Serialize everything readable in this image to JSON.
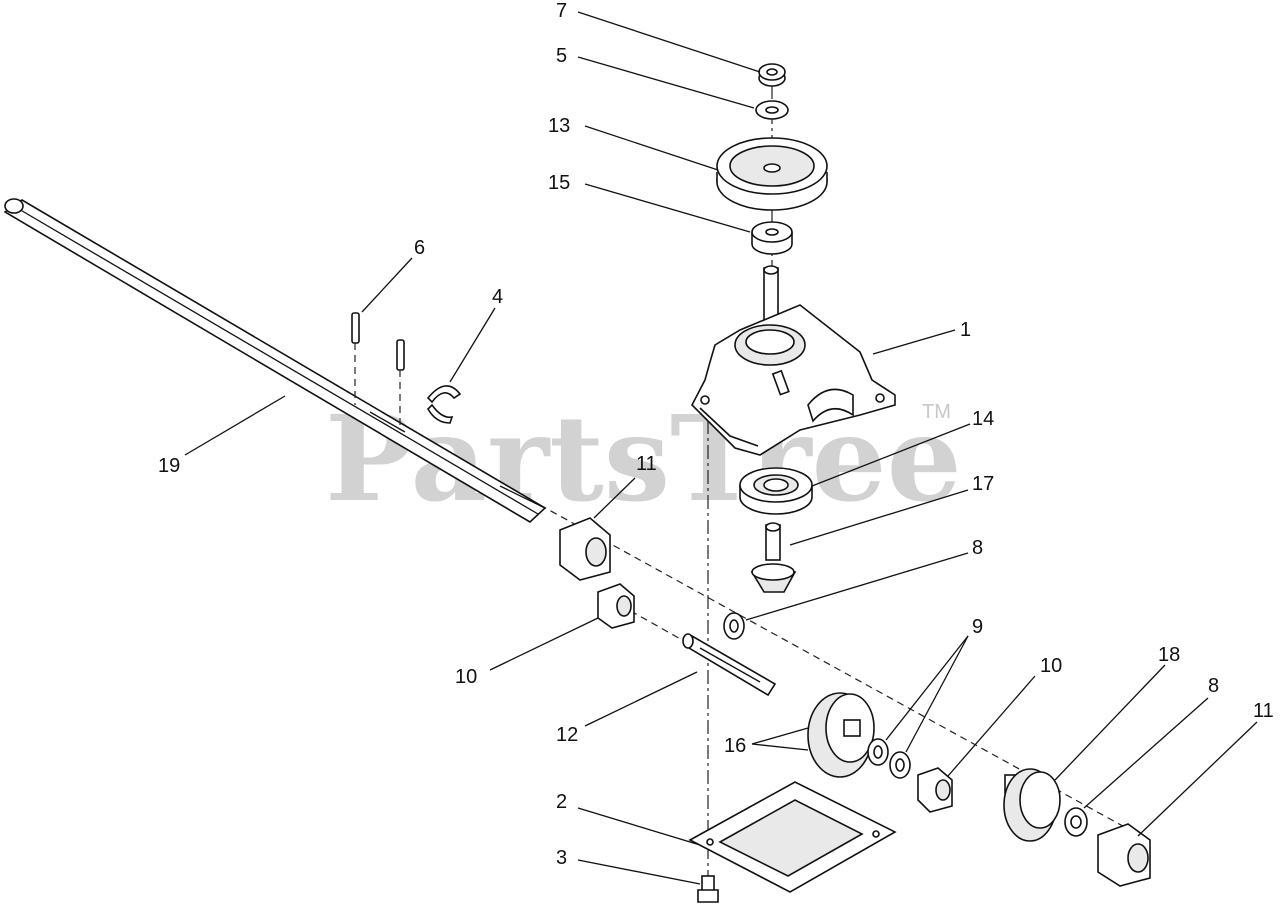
{
  "watermark": {
    "text": "PartsTree",
    "trademark": "TM"
  },
  "callouts": [
    {
      "id": "c7",
      "label": "7"
    },
    {
      "id": "c5",
      "label": "5"
    },
    {
      "id": "c13",
      "label": "13"
    },
    {
      "id": "c15",
      "label": "15"
    },
    {
      "id": "c6",
      "label": "6"
    },
    {
      "id": "c4",
      "label": "4"
    },
    {
      "id": "c1",
      "label": "1"
    },
    {
      "id": "c14",
      "label": "14"
    },
    {
      "id": "c19",
      "label": "19"
    },
    {
      "id": "c11a",
      "label": "11"
    },
    {
      "id": "c17",
      "label": "17"
    },
    {
      "id": "c8a",
      "label": "8"
    },
    {
      "id": "c9",
      "label": "9"
    },
    {
      "id": "c10a",
      "label": "10"
    },
    {
      "id": "c10b",
      "label": "10"
    },
    {
      "id": "c18",
      "label": "18"
    },
    {
      "id": "c8b",
      "label": "8"
    },
    {
      "id": "c11b",
      "label": "11"
    },
    {
      "id": "c12",
      "label": "12"
    },
    {
      "id": "c16",
      "label": "16"
    },
    {
      "id": "c2",
      "label": "2"
    },
    {
      "id": "c3",
      "label": "3"
    }
  ]
}
